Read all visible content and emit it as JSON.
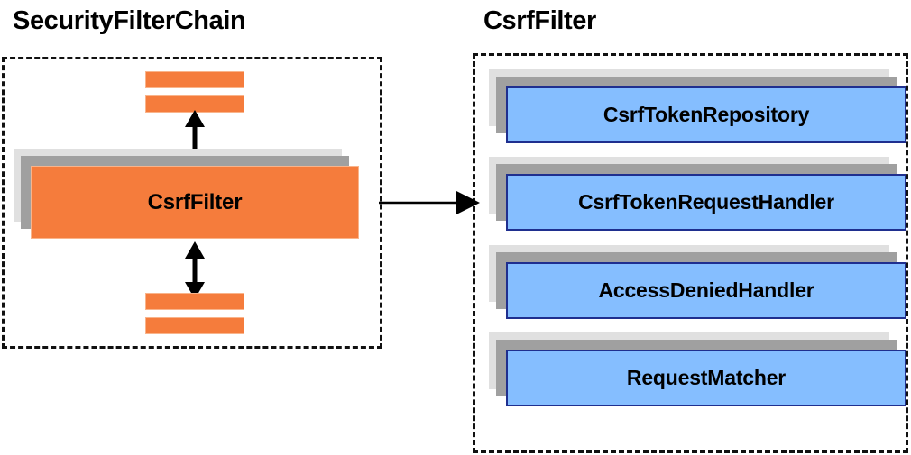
{
  "diagram": {
    "type": "component-relationship",
    "panels": [
      {
        "id": "security-filter-chain",
        "title": "SecurityFilterChain",
        "container": "dashed-rectangle",
        "highlighted_node": "CsrfFilter",
        "unlabeled_filter_bars_above": 2,
        "unlabeled_filter_bars_below": 2,
        "internal_connectors": [
          "double-headed-vertical-arrow",
          "double-headed-vertical-arrow"
        ]
      },
      {
        "id": "csrf-filter",
        "title": "CsrfFilter",
        "container": "dashed-rectangle",
        "collaborators": [
          "CsrfTokenRepository",
          "CsrfTokenRequestHandler",
          "AccessDeniedHandler",
          "RequestMatcher"
        ]
      }
    ],
    "connector": {
      "from": "security-filter-chain.CsrfFilter",
      "to": "csrf-filter-panel",
      "style": "single-headed-horizontal-arrow"
    },
    "colors": {
      "orange_fill": "#F57C3C",
      "orange_border": "#F9B48B",
      "blue_fill": "#85BEFF",
      "blue_border": "#1F2F8F",
      "shadow_dark": "#A0A0A0",
      "shadow_light": "#E0E0E0",
      "dashed_border": "#111111",
      "text": "#000000",
      "background": "#FFFFFF"
    }
  }
}
